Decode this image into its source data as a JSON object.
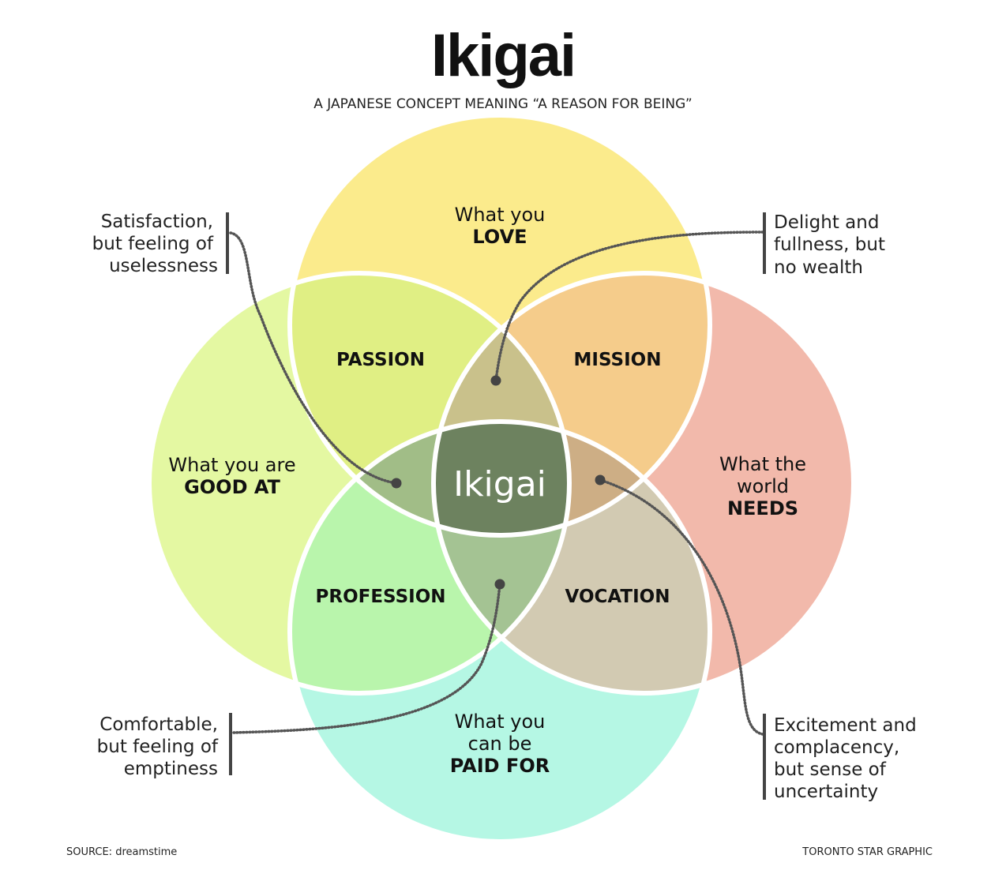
{
  "title": "Ikigai",
  "subtitle": "A JAPANESE CONCEPT MEANING “A REASON FOR BEING”",
  "circles": {
    "love": {
      "line1": "What you",
      "bold": "LOVE",
      "color": "#fbeb8c"
    },
    "good_at": {
      "line1": "What you are",
      "bold": "GOOD AT",
      "color": "#e4f8a2"
    },
    "needs": {
      "line1": "What the",
      "line2": "world",
      "bold": "NEEDS",
      "color": "#f2b9ab"
    },
    "paid_for": {
      "line1": "What you",
      "line2": "can be",
      "bold": "PAID FOR",
      "color": "#b5f7e4"
    }
  },
  "overlaps": {
    "passion": {
      "label": "PASSION",
      "color": "#e0ef84"
    },
    "mission": {
      "label": "MISSION",
      "color": "#f5cc8b"
    },
    "profession": {
      "label": "PROFESSION",
      "color": "#b9f5ac"
    },
    "vocation": {
      "label": "VOCATION",
      "color": "#d2cab2"
    }
  },
  "triples": {
    "top": "#c9c18b",
    "left": "#a1bd87",
    "right": "#cdae85",
    "bottom": "#a4c393"
  },
  "center": {
    "label": "Ikigai",
    "color": "#6d825f"
  },
  "callouts": {
    "top_left": {
      "lines": [
        "Satisfaction,",
        "but feeling of",
        "uselessness"
      ]
    },
    "top_right": {
      "lines": [
        "Delight and",
        "fullness, but",
        "no wealth"
      ]
    },
    "bottom_left": {
      "lines": [
        "Comfortable,",
        "but feeling of",
        "emptiness"
      ]
    },
    "bottom_right": {
      "lines": [
        "Excitement and",
        "complacency,",
        "but sense of",
        "uncertainty"
      ]
    }
  },
  "footer": {
    "source": "SOURCE: dreamstime",
    "credit": "TORONTO STAR GRAPHIC"
  }
}
